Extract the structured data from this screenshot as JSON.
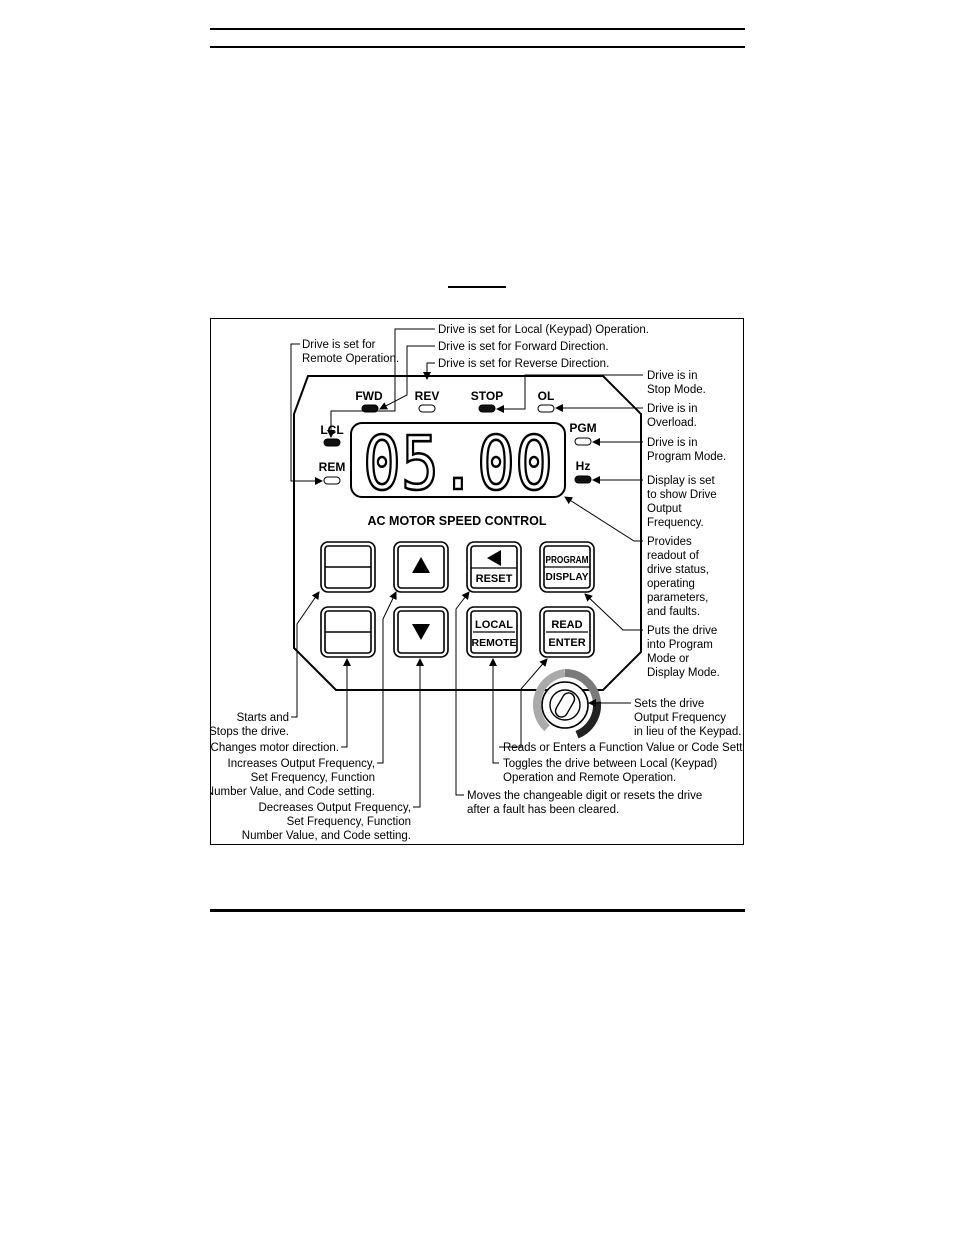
{
  "panel": {
    "display_digits": "05.00",
    "title": "AC MOTOR SPEED CONTROL",
    "indicators": {
      "fwd": "FWD",
      "rev": "REV",
      "stop": "STOP",
      "ol": "OL",
      "lcl": "LCL",
      "rem": "REM",
      "pgm": "PGM",
      "hz": "Hz"
    },
    "buttons": {
      "reset": "RESET",
      "program": "PROGRAM",
      "display": "DISPLAY",
      "local": "LOCAL",
      "remote": "REMOTE",
      "read": "READ",
      "enter": "ENTER"
    }
  },
  "annotations": {
    "local_op": "Drive is set for Local (Keypad) Operation.",
    "forward": "Drive is set for Forward Direction.",
    "reverse": "Drive is set for Reverse Direction.",
    "remote_op": [
      "Drive is set for",
      "Remote Operation."
    ],
    "stop_mode": [
      "Drive is in",
      "Stop Mode."
    ],
    "overload": [
      "Drive is in",
      "Overload."
    ],
    "program_mode": [
      "Drive is in",
      "Program Mode."
    ],
    "hz_display": [
      "Display is set",
      "to show Drive",
      "Output",
      "Frequency."
    ],
    "readout": [
      "Provides",
      "readout of",
      "drive status,",
      "operating",
      "parameters,",
      "and faults."
    ],
    "program_display": [
      "Puts the drive",
      "into Program",
      "Mode or",
      "Display Mode."
    ],
    "pot": [
      "Sets the drive",
      "Output Frequency",
      "in lieu of the Keypad."
    ],
    "start_stop": [
      "Starts and",
      "Stops the drive."
    ],
    "direction": "Changes motor direction.",
    "increase": [
      "Increases Output Frequency,",
      "Set Frequency, Function",
      "Number Value, and Code setting."
    ],
    "decrease": [
      "Decreases Output Frequency,",
      "Set Frequency, Function",
      "Number Value, and Code setting."
    ],
    "read_enter": "Reads or Enters a Function Value or Code Setting.",
    "local_remote": [
      "Toggles the drive between Local (Keypad)",
      "Operation and Remote Operation."
    ],
    "reset": [
      "Moves the changeable digit or resets the drive",
      "after a fault has been cleared."
    ]
  },
  "colors": {
    "led_on": "#111111",
    "led_off": "#ffffff",
    "ink": "#000000",
    "pot_gray": "#9a9a9a"
  }
}
